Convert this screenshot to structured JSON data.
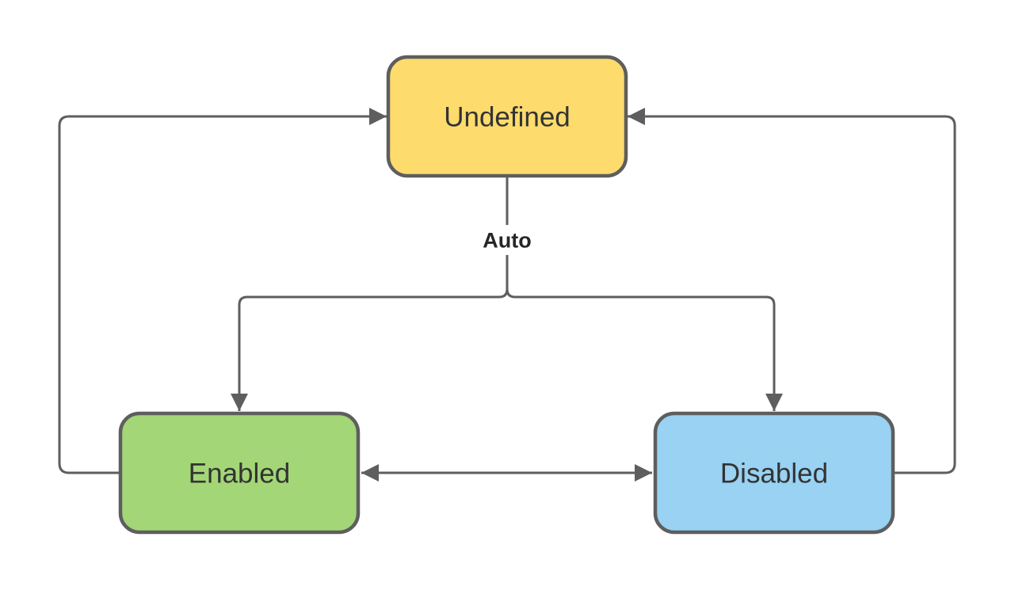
{
  "diagram": {
    "canvas_background": "#ffffff",
    "connector_color": "#5e5e5e",
    "node_border_color": "#5e5e5e",
    "node_text_color": "#333333",
    "edge_label_text_color": "#262626",
    "nodes": [
      {
        "id": "undefined",
        "label": "Undefined",
        "fill": "#FDDB6D"
      },
      {
        "id": "enabled",
        "label": "Enabled",
        "fill": "#A3D677"
      },
      {
        "id": "disabled",
        "label": "Disabled",
        "fill": "#99D2F2"
      }
    ],
    "edges": [
      {
        "from": "undefined",
        "to": "enabled",
        "label": "Auto",
        "bidirectional": false
      },
      {
        "from": "undefined",
        "to": "disabled",
        "label": "Auto",
        "bidirectional": false
      },
      {
        "from": "enabled",
        "to": "undefined",
        "label": "",
        "bidirectional": false
      },
      {
        "from": "disabled",
        "to": "undefined",
        "label": "",
        "bidirectional": false
      },
      {
        "from": "enabled",
        "to": "disabled",
        "label": "",
        "bidirectional": true
      }
    ]
  }
}
